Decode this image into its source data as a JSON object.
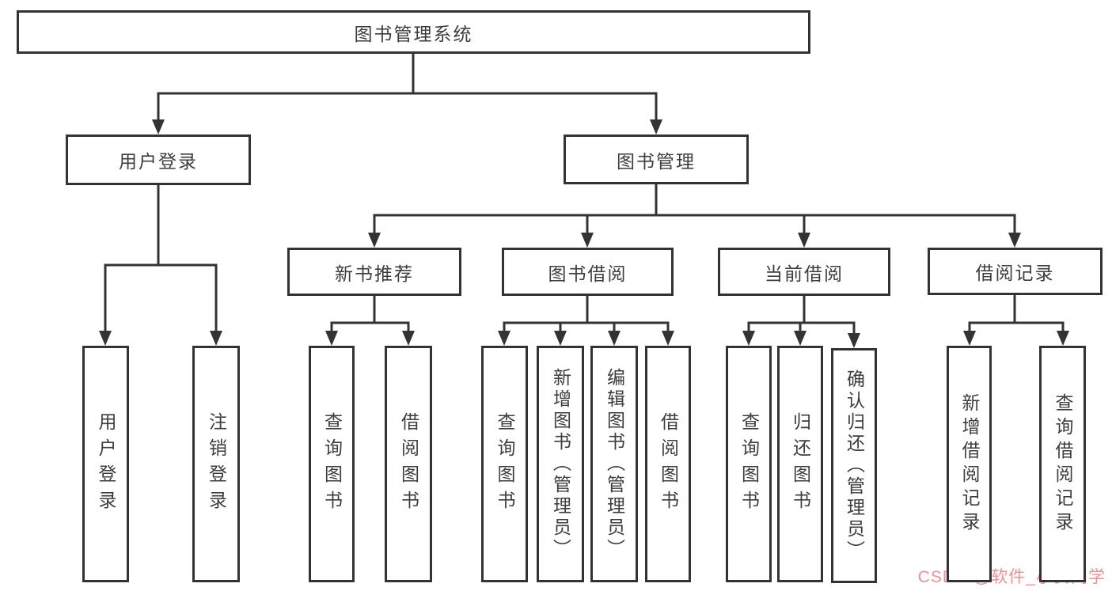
{
  "nodes": {
    "root": {
      "label": "图书管理系统"
    },
    "level2": [
      {
        "label": "用户登录"
      },
      {
        "label": "图书管理"
      }
    ],
    "level3": [
      {
        "label": "新书推荐"
      },
      {
        "label": "图书借阅"
      },
      {
        "label": "当前借阅"
      },
      {
        "label": "借阅记录"
      }
    ],
    "leaves": [
      {
        "label": "用户登录"
      },
      {
        "label": "注销登录"
      },
      {
        "label": "查询图书"
      },
      {
        "label": "借阅图书"
      },
      {
        "label": "查询图书"
      },
      {
        "label": "新增图书（管理员）"
      },
      {
        "label": "编辑图书（管理员）"
      },
      {
        "label": "借阅图书"
      },
      {
        "label": "查询图书"
      },
      {
        "label": "归还图书"
      },
      {
        "label": "确认归还（管理员）"
      },
      {
        "label": "新增借阅记录"
      },
      {
        "label": "查询借阅记录"
      }
    ]
  },
  "watermark": {
    "text": "CSDN @软件_小贺同学",
    "color": "#f09090"
  },
  "colors": {
    "line": "#333333",
    "node_border": "#333333",
    "text": "#3d3d3d",
    "background": "#ffffff"
  }
}
